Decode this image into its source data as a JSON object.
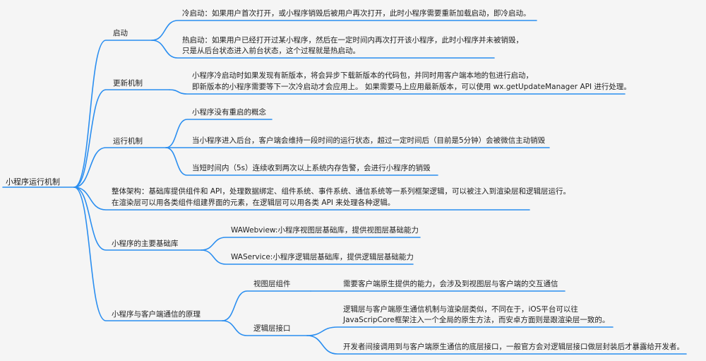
{
  "root": "小程序运行机制",
  "branches": {
    "startup": {
      "label": "启动",
      "cold": "冷启动：如果用户首次打开，或小程序销毁后被用户再次打开，此时小程序需要重新加载启动，即冷启动。",
      "hot_line1": "热启动：如果用户已经打开过某小程序，然后在一定时间内再次打开该小程序，此时小程序并未被销毁，",
      "hot_line2": "只是从后台状态进入前台状态，这个过程就是热启动。"
    },
    "update": {
      "label": "更新机制",
      "line1": "小程序冷启动时如果发现有新版本，将会异步下载新版本的代码包，并同时用客户端本地的包进行启动，",
      "line2": "即新版本的小程序需要等下一次冷启动才会应用上。 如果需要马上应用最新版本，可以使用 wx.getUpdateManager API 进行处理。"
    },
    "runtime": {
      "label": "运行机制",
      "item1": "小程序没有重启的概念",
      "item2": "当小程序进入后台，客户端会维持一段时间的运行状态，超过一定时间后（目前是5分钟）会被微信主动销毁",
      "item3": "当短时间内（5s）连续收到两次以上系统内存告警，会进行小程序的销毁"
    },
    "architecture": {
      "line1": "整体架构：基础库提供组件和 API，处理数据绑定、组件系统、事件系统、通信系统等一系列框架逻辑，可以被注入到渲染层和逻辑层运行。",
      "line2": "在渲染层可以用各类组件组建界面的元素，在逻辑层可以用各类 API 来处理各种逻辑。"
    },
    "libraries": {
      "label": "小程序的主要基础库",
      "webview": "WAWebview:小程序视图层基础库，提供视图层基础能力",
      "service": "WAService:小程序逻辑层基础库，提供逻辑层基础能力"
    },
    "communication": {
      "label": "小程序与客户端通信的原理",
      "view": {
        "label": "视图层组件",
        "desc": "需要客户端原生提供的能力，会涉及到视图层与客户端的交互通信"
      },
      "logic": {
        "label": "逻辑层接口",
        "desc1_line1": "逻辑层与客户端原生通信机制与渲染层类似，不同在于，iOS平台可以往",
        "desc1_line2": "JavaScripCore框架注入一个全局的原生方法，而安卓方面则是跟渲染层一致的。",
        "desc2": "开发者间接调用到与客户端原生通信的底层接口，一般官方会对逻辑层接口做层封装后才暴露给开发者。"
      }
    }
  },
  "colors": {
    "line": "#2a8ef0",
    "background": "#f5f5f5",
    "text": "#222222"
  }
}
